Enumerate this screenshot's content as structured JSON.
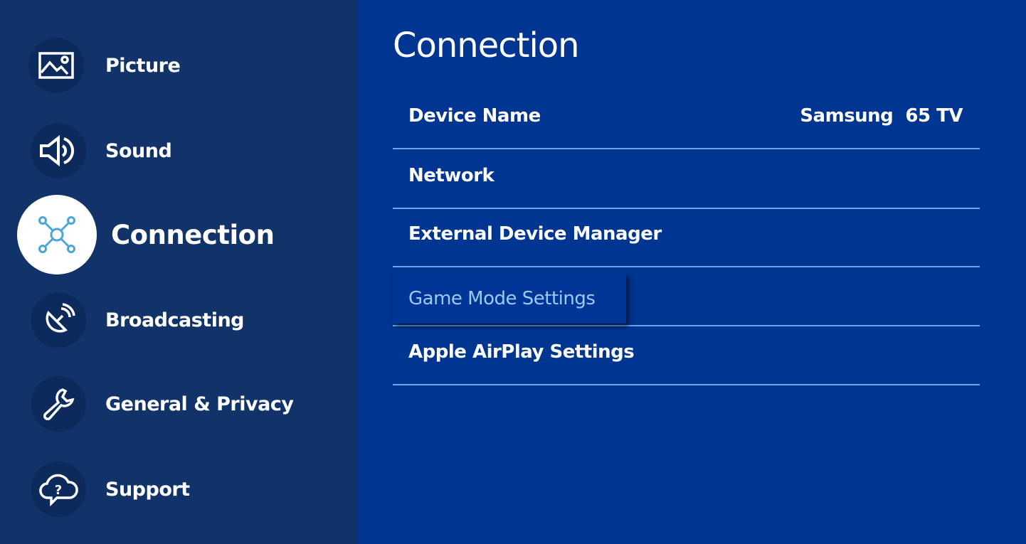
{
  "sidebar": {
    "items": [
      {
        "label": "Picture",
        "icon": "picture-icon"
      },
      {
        "label": "Sound",
        "icon": "sound-icon"
      },
      {
        "label": "Connection",
        "icon": "connection-icon",
        "active": true
      },
      {
        "label": "Broadcasting",
        "icon": "broadcasting-icon"
      },
      {
        "label": "General & Privacy",
        "icon": "wrench-icon"
      },
      {
        "label": "Support",
        "icon": "support-icon"
      }
    ]
  },
  "main": {
    "title": "Connection",
    "rows": [
      {
        "label": "Device Name",
        "value": "Samsung  65 TV"
      },
      {
        "label": "Network"
      },
      {
        "label": "External Device Manager"
      },
      {
        "label": "Game Mode Settings",
        "focused": true
      },
      {
        "label": "Apple AirPlay Settings"
      }
    ]
  },
  "colors": {
    "sidebar": "#123369",
    "main": "#003592",
    "focus_text": "#9ccaf6",
    "divider": "#6aa6ee"
  }
}
